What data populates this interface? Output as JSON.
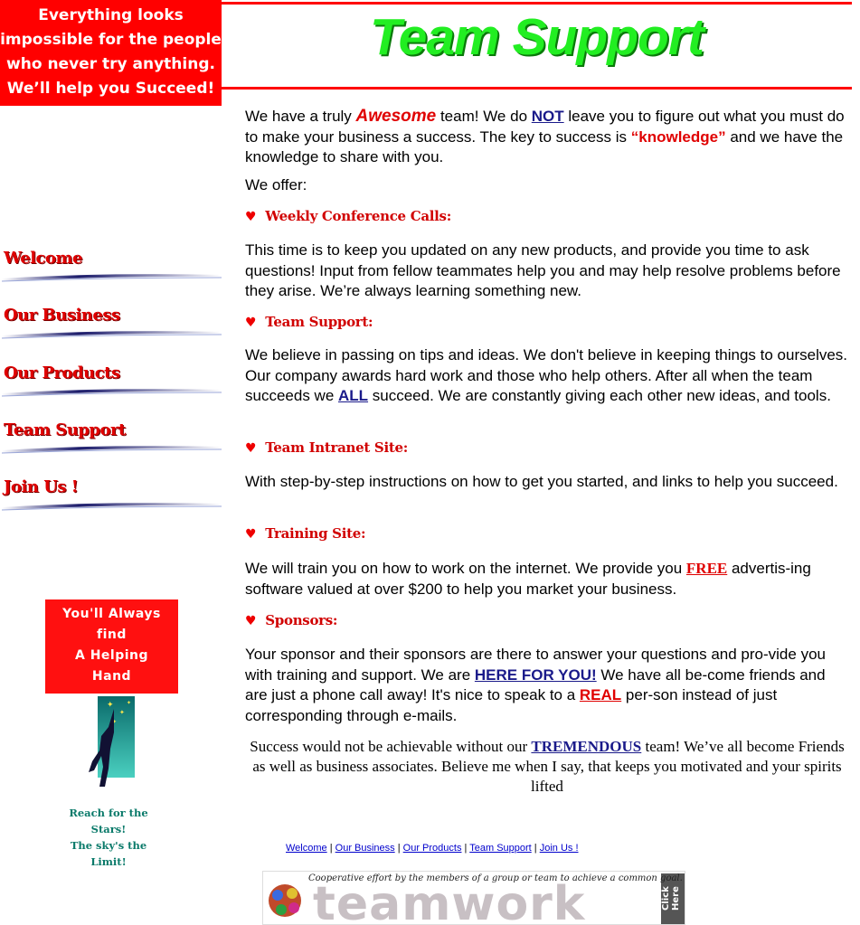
{
  "quote": {
    "lines": [
      "Everything looks",
      "impossible for the people",
      "who never try anything.",
      "We’ll help you Succeed!"
    ]
  },
  "header": {
    "title": "Team Support"
  },
  "nav": {
    "items": [
      {
        "label": "Welcome"
      },
      {
        "label": "Our Business"
      },
      {
        "label": "Our Products"
      },
      {
        "label": "Team Support"
      },
      {
        "label": "Join Us !"
      }
    ]
  },
  "help_box": {
    "lines": [
      "You'll Always",
      "find",
      "A Helping",
      "Hand"
    ]
  },
  "reach": {
    "lines": [
      "Reach for the",
      "Stars!",
      "The sky's the",
      "Limit!"
    ]
  },
  "intro": {
    "p1_a": "We have a truly ",
    "awesome": "Awesome",
    "p1_b": " team! We do ",
    "not": "NOT",
    "p1_c": "  leave you to figure out what you must do to make your business a success. The key to success is ",
    "knowledge": "“knowledge”",
    "p1_d": " and we have the knowledge to share with you.",
    "offer": "We offer:"
  },
  "sections": {
    "s1_title": "Weekly Conference Calls:",
    "s1_text": "This time is to keep you updated on any new products, and provide you time to ask questions! Input from fellow teammates help you and may help resolve problems before they arise. We’re always learning something new.",
    "s2_title": "Team Support:",
    "s2_text_a": "We believe in passing on tips and ideas.  We don't believe in keeping things to ourselves. Our company awards hard work and those who help others. After all when the team succeeds we ",
    "s2_all": "ALL",
    "s2_text_b": " succeed. We are constantly giving each other new ideas, and tools.",
    "s3_title": "Team Intranet Site:",
    "s3_text": "With step-by-step instructions on how to get you started, and links to help you succeed.",
    "s4_title": "Training Site:",
    "s4_text_a": "We will train you on how to work on the internet. We provide you ",
    "s4_free": "FREE",
    "s4_text_b": " advertis-ing software valued at over $200 to help you market your business.",
    "s5_title": "Sponsors:",
    "s5_text_a": "Your sponsor and their sponsors are there to answer your questions and pro-vide you with training and support. We are ",
    "s5_here": "HERE FOR YOU!",
    "s5_text_b": " We have all be-come friends and are just a phone call away! It's nice to speak to a ",
    "s5_real": "REAL",
    "s5_text_c": " per-son instead of just corresponding through e-mails."
  },
  "closing": {
    "a": "Success would not be achievable without our ",
    "tremendous": "TREMENDOUS",
    "b": " team!  We’ve all become Friends as well as business associates.  Believe me when I say, that keeps you motivated and your  spirits lifted"
  },
  "footer": {
    "links": [
      "Welcome",
      "Our Business",
      "Our Products",
      "Team Support",
      "Join Us !"
    ],
    "separator": "|"
  },
  "banner": {
    "caption": "Cooperative effort by the members of a group or team to achieve a common goal.",
    "word": "teamwork",
    "click": "Click Here"
  },
  "colors": {
    "accent_red": "#ff0000",
    "title_green": "#22ee22",
    "link_blue": "#1a1a8a",
    "reach_teal": "#0a7a6a"
  }
}
